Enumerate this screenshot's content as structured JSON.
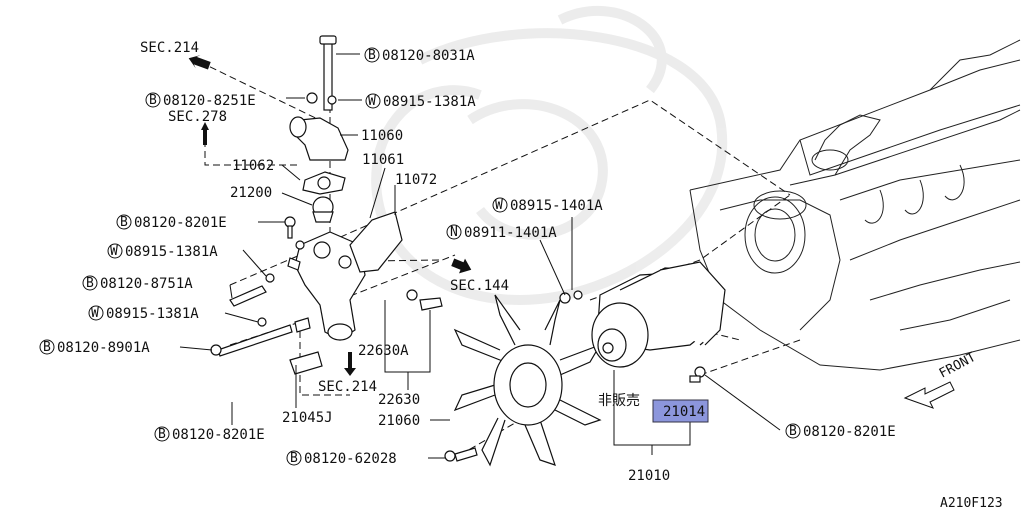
{
  "diagram": {
    "figure_code": "A210F123",
    "front_label": "FRONT",
    "not_sold_label": "非販売",
    "callouts": [
      {
        "id": "sec214_top",
        "text": "SEC.214"
      },
      {
        "id": "sec278",
        "text": "SEC.278"
      },
      {
        "id": "sec144",
        "text": "SEC.144"
      },
      {
        "id": "sec214_bottom",
        "text": "SEC.214"
      },
      {
        "id": "b8031a",
        "prefix": "B",
        "text": "08120-8031A"
      },
      {
        "id": "b8251e",
        "prefix": "B",
        "text": "08120-8251E"
      },
      {
        "id": "w1381a_top",
        "prefix": "W",
        "text": "08915-1381A"
      },
      {
        "id": "p11060",
        "text": "11060"
      },
      {
        "id": "p11062",
        "text": "11062"
      },
      {
        "id": "p11061",
        "text": "11061"
      },
      {
        "id": "p21200",
        "text": "21200"
      },
      {
        "id": "p11072",
        "text": "11072"
      },
      {
        "id": "b8201e_a",
        "prefix": "B",
        "text": "08120-8201E"
      },
      {
        "id": "w1381a_mid",
        "prefix": "W",
        "text": "08915-1381A"
      },
      {
        "id": "b8751a",
        "prefix": "B",
        "text": "08120-8751A"
      },
      {
        "id": "w1381a_low",
        "prefix": "W",
        "text": "08915-1381A"
      },
      {
        "id": "b8901a",
        "prefix": "B",
        "text": "08120-8901A"
      },
      {
        "id": "w1401a",
        "prefix": "W",
        "text": "08915-1401A"
      },
      {
        "id": "n1401a",
        "prefix": "N",
        "text": "08911-1401A"
      },
      {
        "id": "p22630a",
        "text": "22630A"
      },
      {
        "id": "p22630",
        "text": "22630"
      },
      {
        "id": "p21045j",
        "text": "21045J"
      },
      {
        "id": "b8201e_b",
        "prefix": "B",
        "text": "08120-8201E"
      },
      {
        "id": "p21060",
        "text": "21060"
      },
      {
        "id": "b62028",
        "prefix": "B",
        "text": "08120-62028"
      },
      {
        "id": "p21014",
        "text": "21014",
        "highlight": true
      },
      {
        "id": "b8201e_c",
        "prefix": "B",
        "text": "08120-8201E"
      },
      {
        "id": "p21010",
        "text": "21010"
      }
    ],
    "colors": {
      "highlight": "#8c96dc",
      "ink": "#111111",
      "watermark": "#e8e8e8"
    }
  }
}
